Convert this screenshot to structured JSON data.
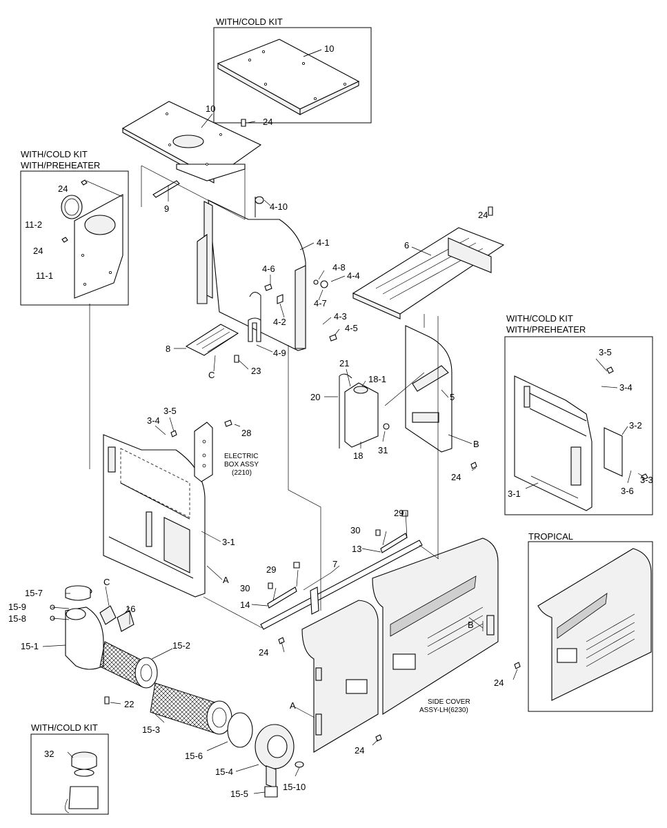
{
  "section_titles": {
    "cold_kit_top": "WITH/COLD KIT",
    "cold_kit_left_l1": "WITH/COLD KIT",
    "cold_kit_left_l2": "WITH/PREHEATER",
    "cold_kit_right_l1": "WITH/COLD KIT",
    "cold_kit_right_l2": "WITH/PREHEATER",
    "tropical": "TROPICAL",
    "cold_kit_bottom": "WITH/COLD KIT"
  },
  "notes": {
    "electric_box_l1": "ELECTRIC",
    "electric_box_l2": "BOX ASSY",
    "electric_box_l3": "(2210)",
    "side_cover_l1": "SIDE COVER",
    "side_cover_l2": "ASSY-LH(6230)"
  },
  "callouts": {
    "c10a": "10",
    "c10b": "10",
    "c24a": "24",
    "c24b": "24",
    "c24c": "24",
    "c24d": "24",
    "c24e": "24",
    "c24f": "24",
    "c24g": "24",
    "c24h": "24",
    "c11_2": "11-2",
    "c11_1": "11-1",
    "c9": "9",
    "c4_10": "4-10",
    "c4_1": "4-1",
    "c6": "6",
    "c4_6": "4-6",
    "c4_8": "4-8",
    "c4_4": "4-4",
    "c4_7": "4-7",
    "c4_2": "4-2",
    "c4_3": "4-3",
    "c4_5": "4-5",
    "c4_9": "4-9",
    "c8": "8",
    "cC1": "C",
    "c23": "23",
    "c21": "21",
    "c18_1": "18-1",
    "c20": "20",
    "c18": "18",
    "c31": "31",
    "c5": "5",
    "cB1": "B",
    "c3_5a": "3-5",
    "c3_4a": "3-4",
    "c3_5b": "3-5",
    "c3_4b": "3-4",
    "c3_2": "3-2",
    "c3_3": "3-3",
    "c3_6": "3-6",
    "c3_1a": "3-1",
    "c3_1b": "3-1",
    "c28": "28",
    "cA1": "A",
    "c29a": "29",
    "c29b": "29",
    "c30a": "30",
    "c30b": "30",
    "c13": "13",
    "c14": "14",
    "c7": "7",
    "cB2": "B",
    "cA2": "A",
    "cC2": "C",
    "c15_7": "15-7",
    "c15_9": "15-9",
    "c15_8": "15-8",
    "c16": "16",
    "c15_1": "15-1",
    "c15_2": "15-2",
    "c22": "22",
    "c15_3": "15-3",
    "c15_6": "15-6",
    "c15_4": "15-4",
    "c15_10": "15-10",
    "c15_5": "15-5",
    "c32": "32"
  }
}
